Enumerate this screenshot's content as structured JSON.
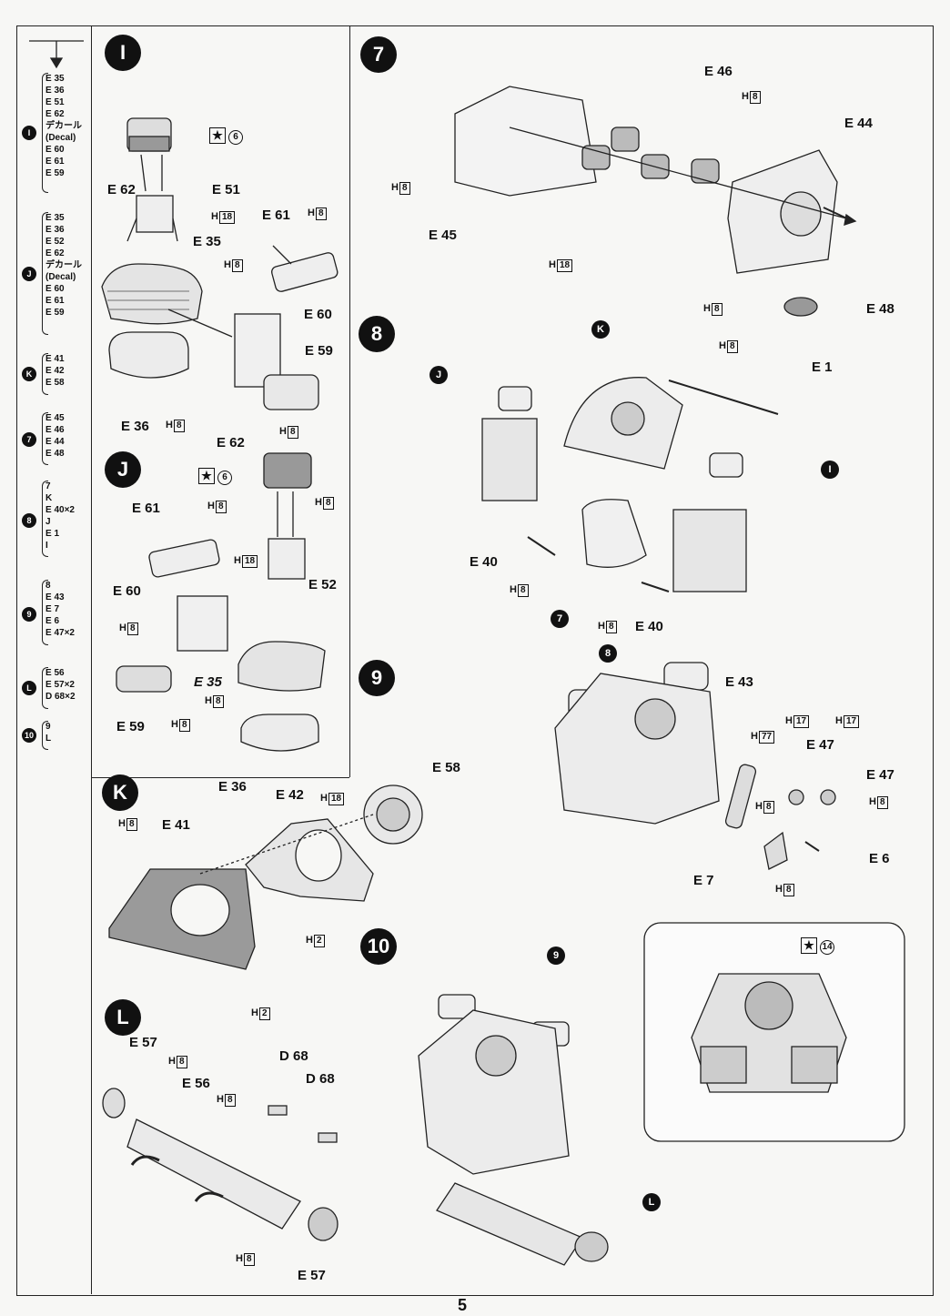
{
  "page_number": "5",
  "sidebar": {
    "arrow": "↓",
    "groups": [
      {
        "marker": "I",
        "items": [
          "E 35",
          "E 36",
          "E 51",
          "E 62",
          "デカール",
          "(Decal)",
          "E 60",
          "E 61",
          "E 59"
        ]
      },
      {
        "marker": "J",
        "items": [
          "E 35",
          "E 36",
          "E 52",
          "E 62",
          "デカール",
          "(Decal)",
          "E 60",
          "E 61",
          "E 59"
        ]
      },
      {
        "marker": "K",
        "items": [
          "E 41",
          "E 42",
          "E 58"
        ]
      },
      {
        "marker": "7",
        "items": [
          "E 45",
          "E 46",
          "E 44",
          "E 48"
        ]
      },
      {
        "marker": "8",
        "items": [
          "7",
          "K",
          "E 40×2",
          "J",
          "E 1",
          "I"
        ]
      },
      {
        "marker": "9",
        "items": [
          "8",
          "E 43",
          "E 7",
          "E 6",
          "E 47×2"
        ]
      },
      {
        "marker": "L",
        "items": [
          "E 56",
          "E 57×2",
          "D 68×2"
        ]
      },
      {
        "marker": "10",
        "items": [
          "9",
          "L"
        ]
      }
    ]
  },
  "steps": {
    "I": {
      "marker": "I",
      "star": "★",
      "star_num": "6",
      "labels": {
        "e62": "E 62",
        "e51": "E 51",
        "e61": "E 61",
        "e35": "E 35",
        "e60": "E 60",
        "e59": "E 59",
        "e36": "E 36"
      },
      "h": {
        "h18": "18",
        "h8a": "8",
        "h8b": "8",
        "h8c": "8",
        "h8d": "8"
      }
    },
    "J": {
      "marker": "J",
      "star": "★",
      "star_num": "6",
      "labels": {
        "e62": "E 62",
        "e61": "E 61",
        "e52": "E 52",
        "e60": "E 60",
        "e35": "E 35",
        "e59": "E 59",
        "e36": "E 36"
      },
      "h": {
        "h8a": "8",
        "h8b": "8",
        "h18": "18",
        "h8c": "8",
        "h8d": "8",
        "h8e": "8"
      }
    },
    "K": {
      "marker": "K",
      "labels": {
        "e41": "E 41",
        "e42": "E 42",
        "e58": "E 58"
      },
      "h": {
        "h8": "8",
        "h18": "18",
        "h2a": "2",
        "h2b": "2"
      }
    },
    "L": {
      "marker": "L",
      "labels": {
        "e57a": "E 57",
        "e56": "E 56",
        "d68a": "D 68",
        "d68b": "D 68",
        "e57b": "E 57"
      },
      "h": {
        "h8a": "8",
        "h8b": "8",
        "h8c": "8"
      }
    },
    "s7": {
      "marker": "7",
      "labels": {
        "e46": "E 46",
        "e44": "E 44",
        "e45": "E 45",
        "e48": "E 48"
      },
      "h": {
        "h8a": "8",
        "h8b": "8",
        "h18": "18",
        "h8c": "8"
      }
    },
    "s8": {
      "marker": "8",
      "labels": {
        "e1": "E 1",
        "e40a": "E 40",
        "e40b": "E 40"
      },
      "subs": {
        "k": "K",
        "j": "J",
        "i": "I",
        "seven": "7"
      },
      "h": {
        "h8a": "8",
        "h8b": "8",
        "h8c": "8"
      }
    },
    "s9": {
      "marker": "9",
      "labels": {
        "e43": "E 43",
        "e47a": "E 47",
        "e47b": "E 47",
        "e6": "E 6",
        "e7": "E 7"
      },
      "subs": {
        "eight": "8"
      },
      "h": {
        "h77": "77",
        "h17a": "17",
        "h17b": "17",
        "h8a": "8",
        "h8b": "8",
        "h8c": "8"
      }
    },
    "s10": {
      "marker": "10",
      "subs": {
        "nine": "9",
        "l": "L"
      },
      "star": "★",
      "star_num": "14"
    }
  },
  "h_prefix": "H"
}
